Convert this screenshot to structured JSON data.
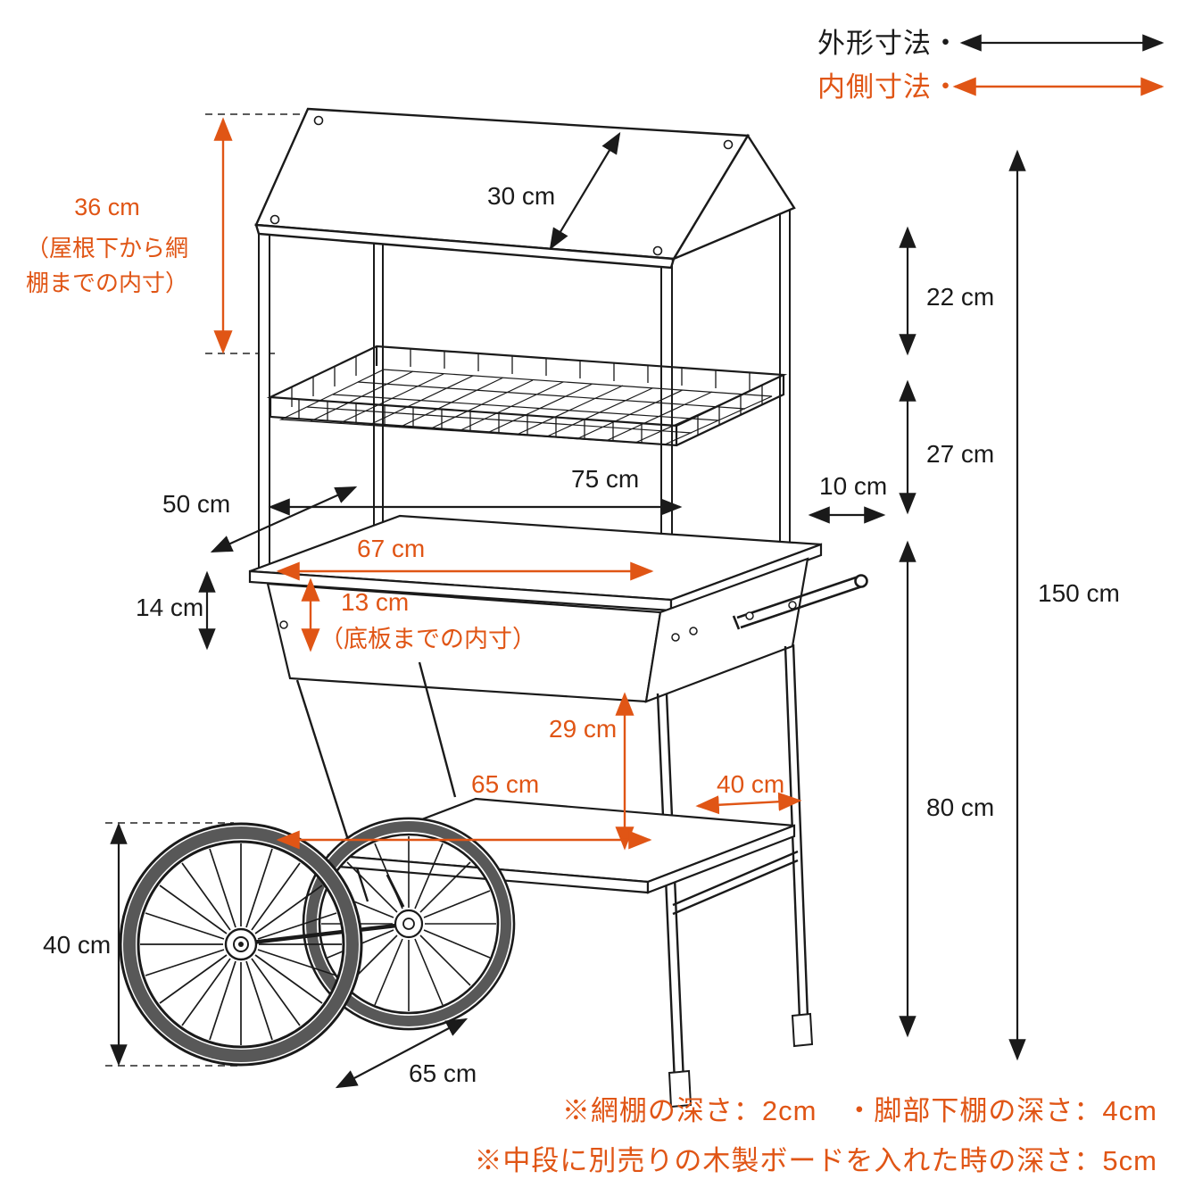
{
  "legend": {
    "outer": {
      "label": "外形寸法・",
      "color": "#1a1a1a"
    },
    "inner": {
      "label": "内側寸法・",
      "color": "#e05515"
    }
  },
  "dimensions": {
    "outer": {
      "roof_slope_depth": "30 cm",
      "roof_eave_to_shelf": "22 cm",
      "shelf_to_tabletop": "27 cm",
      "total_height": "150 cm",
      "tabletop_to_floor": "80 cm",
      "tabletop_overhang": "10 cm",
      "shelf_width": "75 cm",
      "top_depth": "50 cm",
      "box_height": "14 cm",
      "wheel_diameter": "40 cm",
      "base_depth": "65 cm"
    },
    "inner": {
      "roof_to_shelf": "36 cm",
      "roof_to_shelf_note": "（屋根下から網棚までの内寸）",
      "box_inner_width": "67 cm",
      "box_inner_height": "13 cm",
      "box_inner_note": "（底板までの内寸）",
      "under_box_clearance": "29 cm",
      "lower_shelf_width": "65 cm",
      "lower_shelf_depth": "40 cm"
    }
  },
  "footnotes": {
    "line1": "※網棚の深さ：2cm　・脚部下棚の深さ：4cm",
    "line2": "※中段に別売りの木製ボードを入れた時の深さ：5cm"
  }
}
